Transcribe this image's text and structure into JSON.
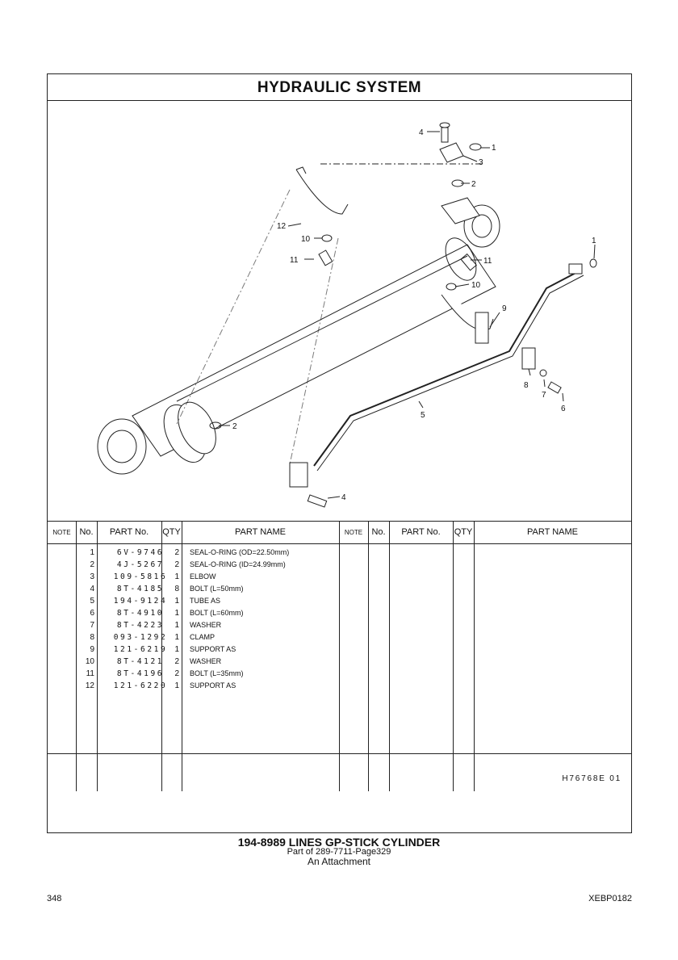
{
  "title": "HYDRAULIC  SYSTEM",
  "callouts": [
    "4",
    "1",
    "3",
    "2",
    "12",
    "10",
    "11",
    "11",
    "1",
    "10",
    "9",
    "8",
    "7",
    "6",
    "5",
    "2",
    "4"
  ],
  "table": {
    "headers": {
      "note": "NOTE",
      "no": "No.",
      "part_no": "PART No.",
      "qty": "QTY",
      "part_name": "PART NAME"
    },
    "rows": [
      {
        "no": "1",
        "part_no": "6V-9746",
        "qty": "2",
        "name": "SEAL-O-RING (OD=22.50mm)"
      },
      {
        "no": "2",
        "part_no": "4J-5267",
        "qty": "2",
        "name": "SEAL-O-RING (ID=24.99mm)"
      },
      {
        "no": "3",
        "part_no": "109-5816",
        "qty": "1",
        "name": "ELBOW"
      },
      {
        "no": "4",
        "part_no": "8T-4185",
        "qty": "8",
        "name": "BOLT (L=50mm)"
      },
      {
        "no": "5",
        "part_no": "194-9124",
        "qty": "1",
        "name": "TUBE  AS"
      },
      {
        "no": "6",
        "part_no": "8T-4910",
        "qty": "1",
        "name": "BOLT (L=60mm)"
      },
      {
        "no": "7",
        "part_no": "8T-4223",
        "qty": "1",
        "name": "WASHER"
      },
      {
        "no": "8",
        "part_no": "093-1292",
        "qty": "1",
        "name": "CLAMP"
      },
      {
        "no": "9",
        "part_no": "121-6219",
        "qty": "1",
        "name": "SUPPORT  AS"
      },
      {
        "no": "10",
        "part_no": "8T-4121",
        "qty": "2",
        "name": "WASHER"
      },
      {
        "no": "11",
        "part_no": "8T-4196",
        "qty": "2",
        "name": "BOLT (L=35mm)"
      },
      {
        "no": "12",
        "part_no": "121-6220",
        "qty": "1",
        "name": "SUPPORT  AS"
      }
    ]
  },
  "illustration_code": "H76768E   01",
  "caption": {
    "line1": "194-8989  LINES  GP-STICK  CYLINDER",
    "line2": "Part of 289-7711-Page329",
    "line3": "An Attachment"
  },
  "page_number": "348",
  "doc_code": "XEBP0182"
}
